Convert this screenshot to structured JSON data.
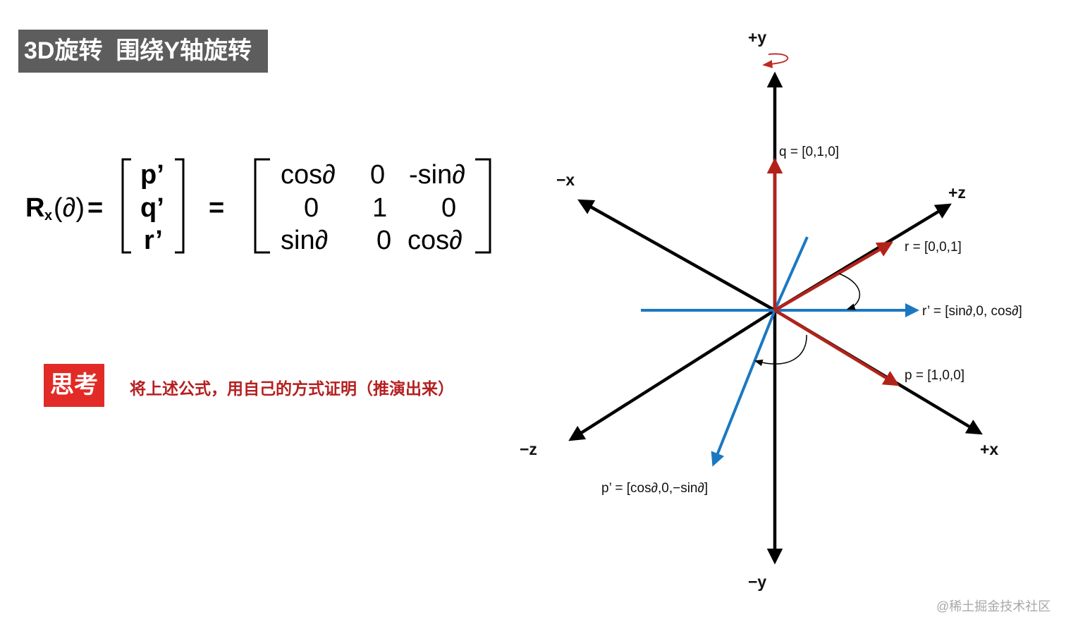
{
  "title": "3D旋转  围绕Y轴旋转",
  "formula": {
    "lhs": "R",
    "lhs_subscript": "x",
    "lhs_arg": "(∂)",
    "equals_1": "=",
    "vector": [
      "p’",
      "q’",
      "r’"
    ],
    "equals_2": "=",
    "matrix": [
      [
        "cos∂",
        "0",
        "-sin∂"
      ],
      [
        "0",
        "1",
        "0"
      ],
      [
        "sin∂",
        "0",
        "cos∂"
      ]
    ]
  },
  "think": {
    "badge": "思考",
    "text": "将上述公式，用自己的方式证明（推演出来）"
  },
  "diagram": {
    "axes": {
      "pos_y": "+y",
      "neg_y": "−y",
      "pos_x": "+x",
      "neg_x": "−x",
      "pos_z": "+z",
      "neg_z": "−z"
    },
    "vectors": {
      "q": "q = [0,1,0]",
      "r": "r = [0,0,1]",
      "r_prime": "r’ = [sin∂,0, cos∂]",
      "p": "p = [1,0,0]",
      "p_prime": "p’ = [cos∂,0,−sin∂]"
    },
    "colors": {
      "axis": "#000000",
      "original": "#b3221a",
      "rotated": "#1a78c2",
      "rotation_hint": "#c0271f"
    }
  },
  "watermark": "@稀土掘金技术社区"
}
